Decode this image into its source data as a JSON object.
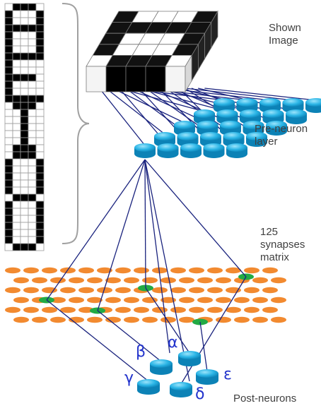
{
  "labels": {
    "shown_image_1": "Shown",
    "shown_image_2": "Image",
    "pre_neuron_1": "Pre-neuron",
    "pre_neuron_2": "layer",
    "synapse_1": "125",
    "synapse_2": "synapses",
    "synapse_3": "matrix",
    "post_neurons": "Post-neurons"
  },
  "post_neurons": [
    "α",
    "β",
    "γ",
    "δ",
    "ε"
  ],
  "letters": [
    "A",
    "E",
    "I",
    "O",
    "U"
  ],
  "letter_patterns": [
    [
      "01110",
      "10001",
      "10001",
      "11111",
      "10001",
      "10001",
      "10001"
    ],
    [
      "11111",
      "10000",
      "10000",
      "11110",
      "10000",
      "10000",
      "11111"
    ],
    [
      "01110",
      "00100",
      "00100",
      "00100",
      "00100",
      "00100",
      "01110"
    ],
    [
      "01110",
      "10001",
      "10001",
      "10001",
      "10001",
      "10001",
      "01110"
    ],
    [
      "10001",
      "10001",
      "10001",
      "10001",
      "10001",
      "10001",
      "01110"
    ]
  ],
  "grid": {
    "rows": 5,
    "cols": 5
  },
  "colors": {
    "pixel_on": "#000000",
    "pixel_off": "#ffffff",
    "neuron": "#2bb5e6",
    "neuron_dark": "#0c82b6",
    "synapse": "#f28a30",
    "synapse_active": "#22aa44",
    "line": "#1a237e",
    "greek": "#2233cc"
  }
}
